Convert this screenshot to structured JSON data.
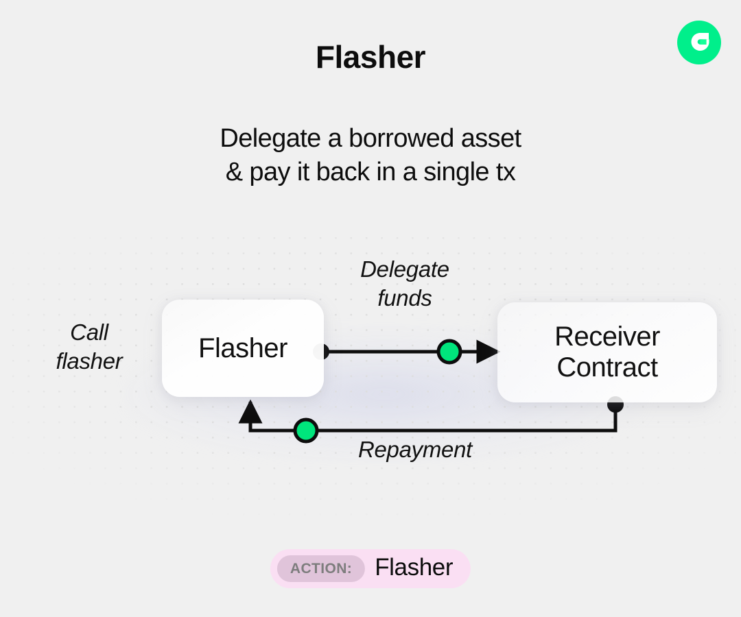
{
  "header": {
    "title": "Flasher",
    "subtitle_lines": [
      "Delegate a borrowed asset",
      "& pay it back in a single tx"
    ],
    "logo_name": "flow-logo-icon"
  },
  "diagram": {
    "nodes": [
      {
        "id": "flasher",
        "label_lines": [
          "Flasher"
        ]
      },
      {
        "id": "receiver",
        "label_lines": [
          "Receiver",
          "Contract"
        ]
      }
    ],
    "edge_labels": {
      "call": "Call\nflasher",
      "delegate": "Delegate\nfunds",
      "repayment": "Repayment"
    }
  },
  "action": {
    "chip_label": "ACTION:",
    "value": "Flasher"
  },
  "colors": {
    "background": "#f0f0f0",
    "accent_green": "#00ef8b",
    "node_dot": "#0d0d0d",
    "badge_background": "#fadff3",
    "badge_chip_background": "#e0c4da",
    "badge_chip_text": "#7d7d7d",
    "dot_grid": "#dedede"
  }
}
